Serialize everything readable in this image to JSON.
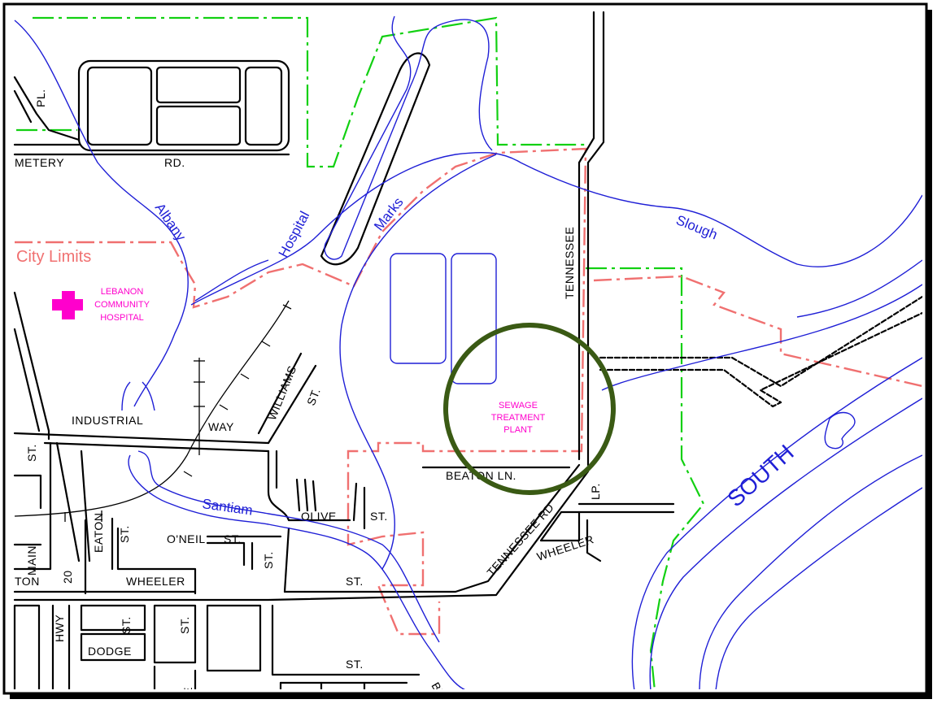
{
  "map": {
    "streets": {
      "pl": "PL.",
      "cemetery_rd_prefix": "METERY",
      "cemetery_rd_suffix": "RD.",
      "industrial": "INDUSTRIAL",
      "way": "WAY",
      "williams": "WILLIAMS",
      "williams_st": "ST.",
      "tennessee": "TENNESSEE",
      "tennessee_rd": "TENNESSEE RD",
      "beaton_ln": "BEATON LN.",
      "lp": "LP.",
      "olive": "OLIVE",
      "olive_st": "ST.",
      "oneil": "O'NEIL",
      "oneil_st": "ST.",
      "st_vertical_a": "ST.",
      "wheeler": "WHEELER",
      "wheeler_st": "ST.",
      "wheeler_east": "WHEELER",
      "main": "MAIN",
      "eaton": "EATON",
      "eaton_st": "ST.",
      "hwy20": "20",
      "hwy": "HWY",
      "ton": "TON",
      "st_left": "ST.",
      "dodge": "DODGE",
      "st_dodge1": "ST.",
      "st_dodge2": "ST.",
      "st_bottom": "ST.",
      "br": "BR",
      "e_cut": "E"
    },
    "waterways": {
      "albany": "Albany",
      "hospital": "Hospital",
      "marks": "Marks",
      "slough": "Slough",
      "santiam": "Santiam",
      "south": "SOUTH"
    },
    "boundary_label": "City Limits",
    "hospital_label": [
      "LEBANON",
      "COMMUNITY",
      "HOSPITAL"
    ],
    "plant_label": [
      "SEWAGE",
      "TREATMENT",
      "PLANT"
    ],
    "colors": {
      "water": "#1f1fd6",
      "city_limits": "#f07070",
      "boundary_green": "#12d012",
      "hospital": "#ff00cc",
      "plant_circle": "#3a5a14",
      "frame": "#000000"
    }
  }
}
